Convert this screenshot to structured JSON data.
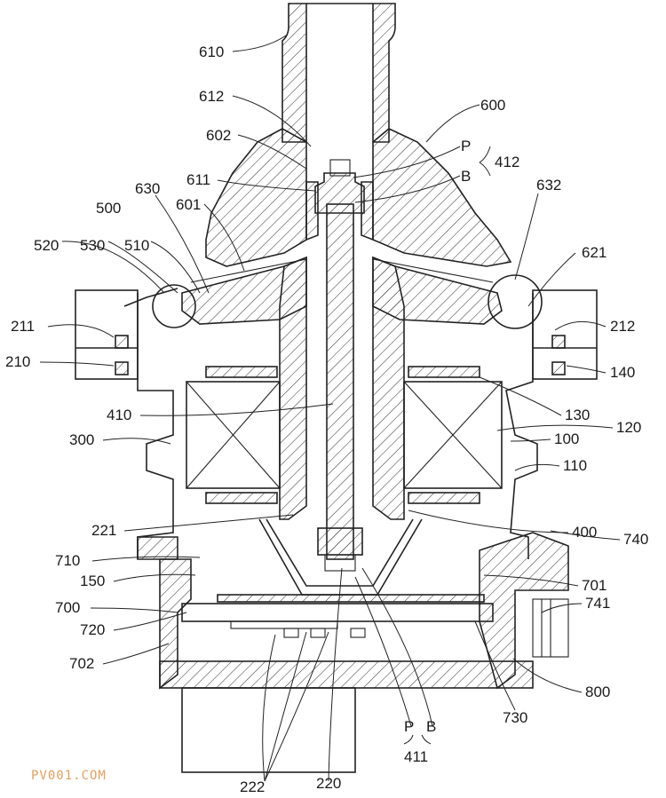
{
  "watermark": "PV001.COM",
  "labels": {
    "l610": "610",
    "l612": "612",
    "l600": "600",
    "l602": "602",
    "lP_top": "P",
    "l412": "412",
    "lB_top": "B",
    "l630": "630",
    "l611": "611",
    "l632": "632",
    "l500": "500",
    "l601": "601",
    "l520": "520",
    "l530": "530",
    "l510": "510",
    "l621": "621",
    "l211": "211",
    "l212": "212",
    "l210": "210",
    "l140": "140",
    "l130": "130",
    "l410": "410",
    "l120": "120",
    "l300": "300",
    "l100": "100",
    "l110": "110",
    "l221": "221",
    "l400": "400",
    "l740": "740",
    "l710": "710",
    "l150": "150",
    "l701": "701",
    "l700": "700",
    "l741": "741",
    "l720": "720",
    "l702": "702",
    "l800": "800",
    "l730": "730",
    "lP_bot": "P",
    "lB_bot": "B",
    "l411": "411",
    "l222": "222",
    "l220": "220"
  },
  "colors": {
    "line": "#222222",
    "watermark": "#e0a060"
  }
}
